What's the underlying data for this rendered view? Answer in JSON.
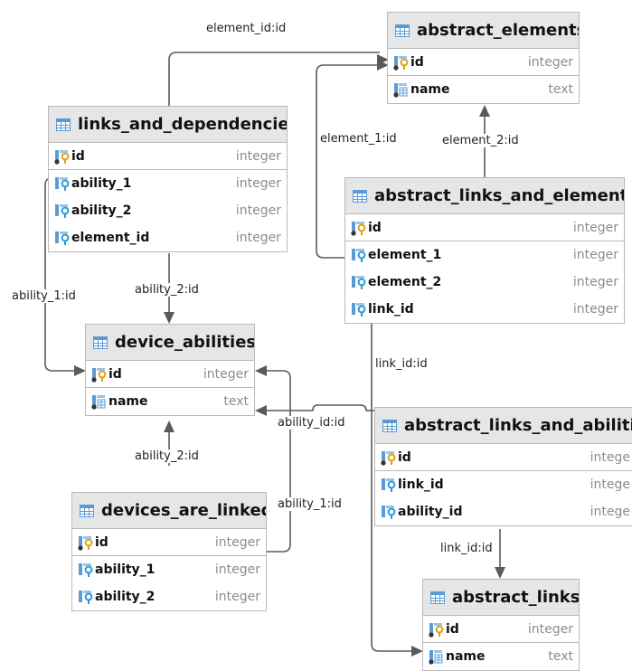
{
  "tables": {
    "abstract_elements": {
      "name": "abstract_elements",
      "columns": [
        {
          "name": "id",
          "type": "integer",
          "icon": "primary-key-icon"
        },
        {
          "name": "name",
          "type": "text",
          "icon": "column-icon"
        }
      ]
    },
    "links_and_dependencies": {
      "name": "links_and_dependencies",
      "columns": [
        {
          "name": "id",
          "type": "integer",
          "icon": "primary-key-icon"
        },
        {
          "name": "ability_1",
          "type": "integer",
          "icon": "foreign-key-icon"
        },
        {
          "name": "ability_2",
          "type": "integer",
          "icon": "foreign-key-icon"
        },
        {
          "name": "element_id",
          "type": "integer",
          "icon": "foreign-key-icon"
        }
      ]
    },
    "abstract_links_and_elements": {
      "name": "abstract_links_and_elements",
      "columns": [
        {
          "name": "id",
          "type": "integer",
          "icon": "primary-key-icon"
        },
        {
          "name": "element_1",
          "type": "integer",
          "icon": "foreign-key-icon"
        },
        {
          "name": "element_2",
          "type": "integer",
          "icon": "foreign-key-icon"
        },
        {
          "name": "link_id",
          "type": "integer",
          "icon": "foreign-key-icon"
        }
      ]
    },
    "device_abilities": {
      "name": "device_abilities",
      "columns": [
        {
          "name": "id",
          "type": "integer",
          "icon": "primary-key-icon"
        },
        {
          "name": "name",
          "type": "text",
          "icon": "column-icon"
        }
      ]
    },
    "abstract_links_and_abilities": {
      "name": "abstract_links_and_abilities",
      "columns": [
        {
          "name": "id",
          "type": "intege",
          "icon": "primary-key-icon"
        },
        {
          "name": "link_id",
          "type": "intege",
          "icon": "foreign-key-icon"
        },
        {
          "name": "ability_id",
          "type": "intege",
          "icon": "foreign-key-icon"
        }
      ]
    },
    "devices_are_linked": {
      "name": "devices_are_linked",
      "columns": [
        {
          "name": "id",
          "type": "integer",
          "icon": "primary-key-icon"
        },
        {
          "name": "ability_1",
          "type": "integer",
          "icon": "foreign-key-icon"
        },
        {
          "name": "ability_2",
          "type": "integer",
          "icon": "foreign-key-icon"
        }
      ]
    },
    "abstract_links": {
      "name": "abstract_links",
      "columns": [
        {
          "name": "id",
          "type": "integer",
          "icon": "primary-key-icon"
        },
        {
          "name": "name",
          "type": "text",
          "icon": "column-icon"
        }
      ]
    }
  },
  "relations": {
    "element_id": "element_id:id",
    "element_1": "element_1:id",
    "element_2": "element_2:id",
    "ld_ability_1": "ability_1:id",
    "ld_ability_2": "ability_2:id",
    "link_id": "link_id:id",
    "ability_id": "ability_id:id",
    "dl_ability_2": "ability_2:id",
    "dl_ability_1": "ability_1:id",
    "ala_link_id": "link_id:id"
  },
  "colors": {
    "header_bg": "#e6e6e6",
    "border": "#b9b9b9",
    "connector": "#5a5a5a",
    "key_gold": "#e0a010",
    "fk_blue": "#2a9ad6",
    "icon_blue": "#5b9bd5"
  }
}
